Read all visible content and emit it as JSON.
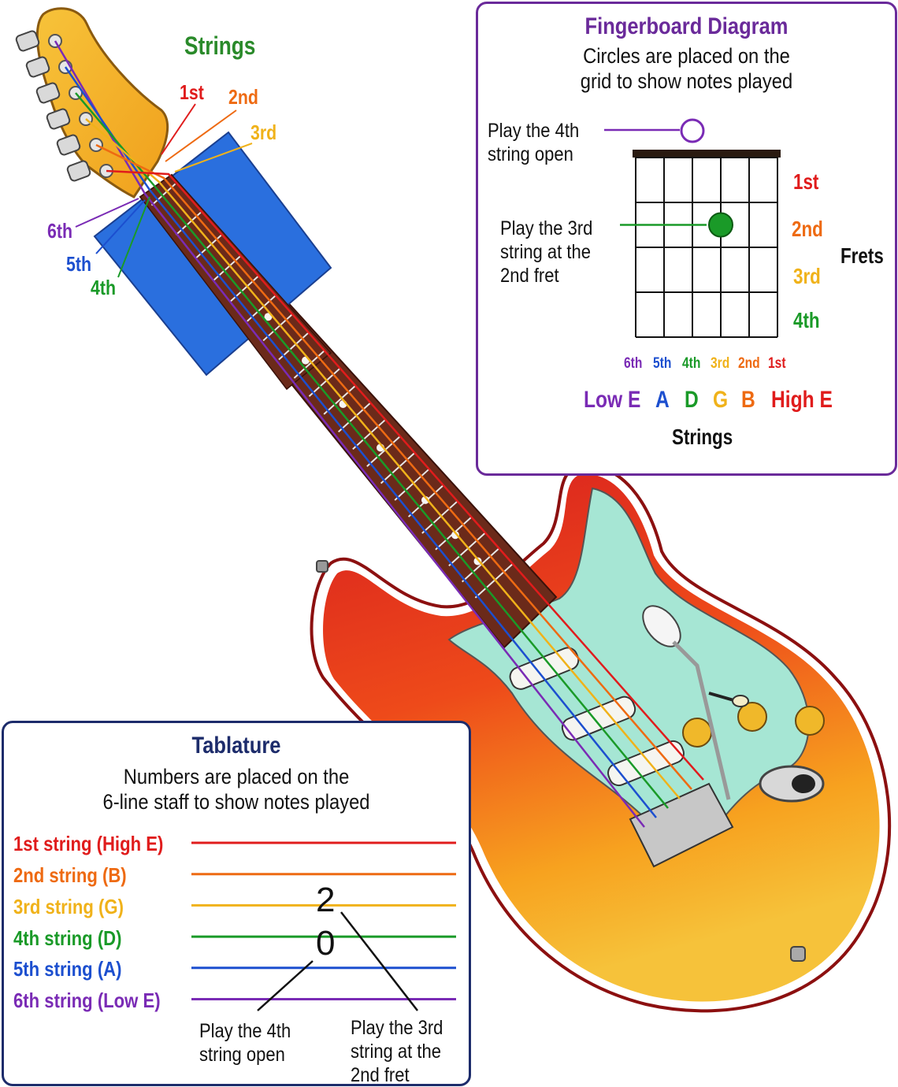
{
  "colors": {
    "s1": "#e01c1c",
    "s2": "#ee6a12",
    "s3": "#f0b21a",
    "s4": "#1a9a28",
    "s5": "#1c4fcf",
    "s6": "#7a2bb5",
    "fingerboard_border": "#6a2a9a",
    "tab_border": "#1d2c6b",
    "fingerboard_title": "#6a2a9a",
    "tab_title": "#1d2c6b",
    "guitar_body": "#e8321f",
    "pickguard": "#9de3cf",
    "headstock": "#f7b52c",
    "neck": "#6b2a1a"
  },
  "guitar": {
    "title": "Strings",
    "title_color": "#2a8a2a",
    "string_labels": [
      {
        "text": "1st",
        "color": "#e01c1c"
      },
      {
        "text": "2nd",
        "color": "#ee6a12"
      },
      {
        "text": "3rd",
        "color": "#f0b21a"
      },
      {
        "text": "6th",
        "color": "#7a2bb5"
      },
      {
        "text": "5th",
        "color": "#1c4fcf"
      },
      {
        "text": "4th",
        "color": "#1a9a28"
      }
    ]
  },
  "fingerboard": {
    "title": "Fingerboard Diagram",
    "description": "Circles are placed on the\ngrid to show notes played",
    "open_note": "Play the 4th\nstring open",
    "fret_note": "Play the 3rd\nstring at the\n2nd fret",
    "frets_title": "Frets",
    "fret_labels": [
      "1st",
      "2nd",
      "3rd",
      "4th"
    ],
    "string_numbers": [
      "6th",
      "5th",
      "4th",
      "3rd",
      "2nd",
      "1st"
    ],
    "note_names": [
      "Low E",
      "A",
      "D",
      "G",
      "B",
      "High E"
    ],
    "strings_title": "Strings",
    "open_string_index": 2,
    "fretted": {
      "string_index": 3,
      "fret": 2
    }
  },
  "tablature": {
    "title": "Tablature",
    "description": "Numbers are placed on the\n6-line staff to show notes played",
    "lines": [
      "1st string (High E)",
      "2nd string (B)",
      "3rd string (G)",
      "4th string (D)",
      "5th string (A)",
      "6th string (Low E)"
    ],
    "numbers": [
      {
        "string": 3,
        "value": "2"
      },
      {
        "string": 4,
        "value": "0"
      }
    ],
    "note_open": "Play the 4th\nstring open",
    "note_fret": "Play the 3rd\nstring at the\n2nd fret"
  }
}
